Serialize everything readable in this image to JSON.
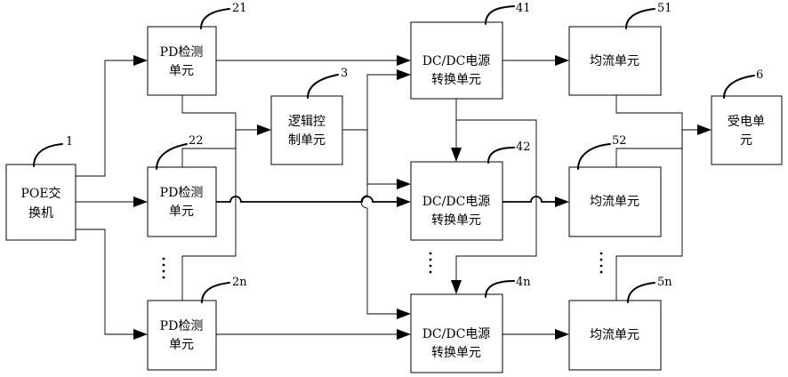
{
  "boxes": {
    "poe": {
      "line1": "POE交",
      "line2": "换机",
      "ref": "1"
    },
    "pd1": {
      "line1": "PD检测",
      "line2": "单元",
      "ref": "21"
    },
    "pd2": {
      "line1": "PD检测",
      "line2": "单元",
      "ref": "22"
    },
    "pdn": {
      "line1": "PD检测",
      "line2": "单元",
      "ref": "2n"
    },
    "logic": {
      "line1": "逻辑控",
      "line2": "制单元",
      "ref": "3"
    },
    "dc1": {
      "line1": "DC/DC电源",
      "line2": "转换单元",
      "ref": "41"
    },
    "dc2": {
      "line1": "DC/DC电源",
      "line2": "转换单元",
      "ref": "42"
    },
    "dcn": {
      "line1": "DC/DC电源",
      "line2": "转换单元",
      "ref": "4n"
    },
    "eq1": {
      "line1": "均流单元",
      "ref": "51"
    },
    "eq2": {
      "line1": "均流单元",
      "ref": "52"
    },
    "eqn": {
      "line1": "均流单元",
      "ref": "5n"
    },
    "recv": {
      "line1": "受电单",
      "line2": "元",
      "ref": "6"
    }
  }
}
